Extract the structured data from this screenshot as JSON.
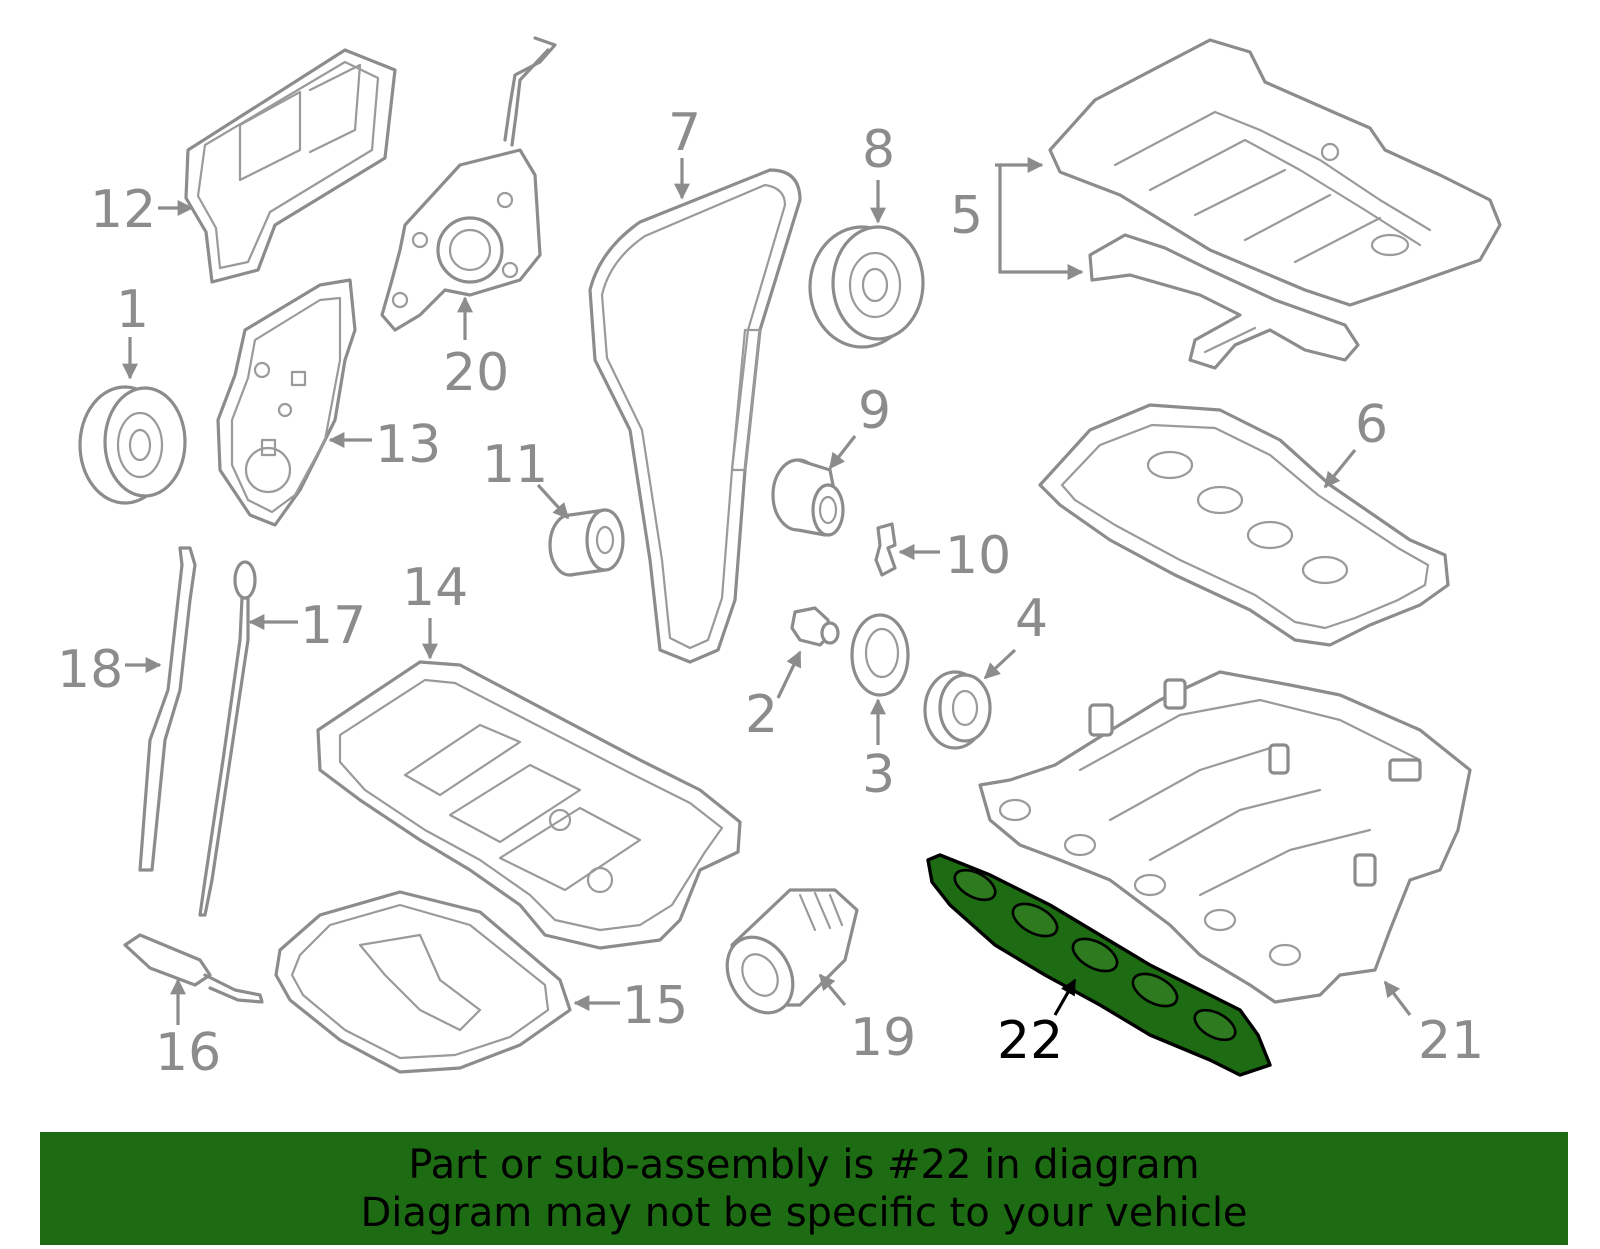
{
  "diagram": {
    "highlight_color": "#1d6b12",
    "part_color": "#8c8c8c",
    "highlighted_callout": "22",
    "callouts": [
      "1",
      "2",
      "3",
      "4",
      "5",
      "6",
      "7",
      "8",
      "9",
      "10",
      "11",
      "12",
      "13",
      "14",
      "15",
      "16",
      "17",
      "18",
      "19",
      "20",
      "21",
      "22"
    ]
  },
  "banner": {
    "line1": "Part or sub-assembly is #22 in diagram",
    "line2": "Diagram may not be specific to your vehicle"
  }
}
